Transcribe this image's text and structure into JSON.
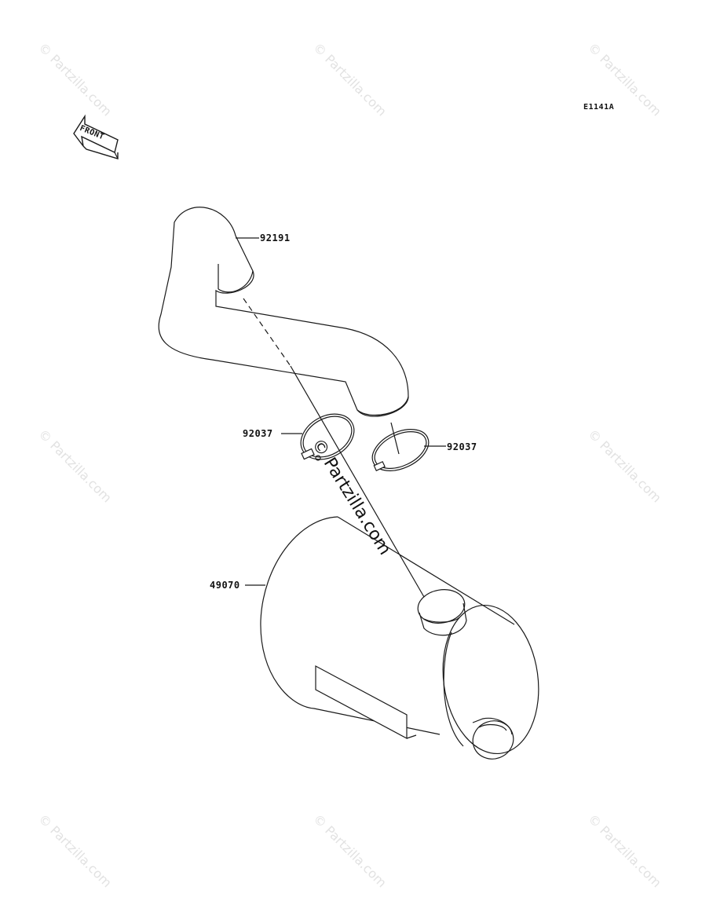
{
  "diagram_code": "E1141A",
  "front_label": "FRONT",
  "parts": {
    "exhaust_pipe": "92191",
    "clamp_left": "92037",
    "clamp_right": "92037",
    "muffler": "49070"
  },
  "watermark": "© Partzilla.com",
  "colors": {
    "line": "#1a1a1a",
    "watermark": "#e2e2e2"
  }
}
